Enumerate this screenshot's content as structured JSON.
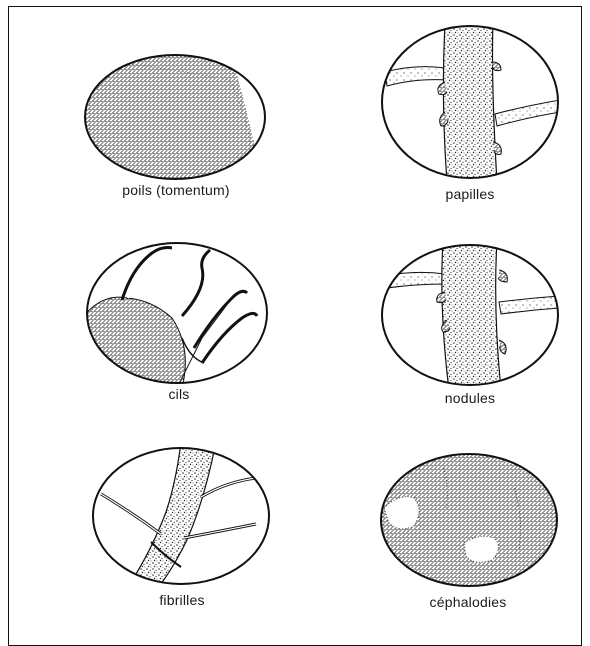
{
  "figure": {
    "panels": [
      {
        "id": "poils",
        "caption": "poils (tomentum)"
      },
      {
        "id": "papilles",
        "caption": "papilles"
      },
      {
        "id": "cils",
        "caption": "cils"
      },
      {
        "id": "nodules",
        "caption": "nodules"
      },
      {
        "id": "fibrilles",
        "caption": "fibrilles"
      },
      {
        "id": "cephalodies",
        "caption": "céphalodies"
      }
    ]
  }
}
